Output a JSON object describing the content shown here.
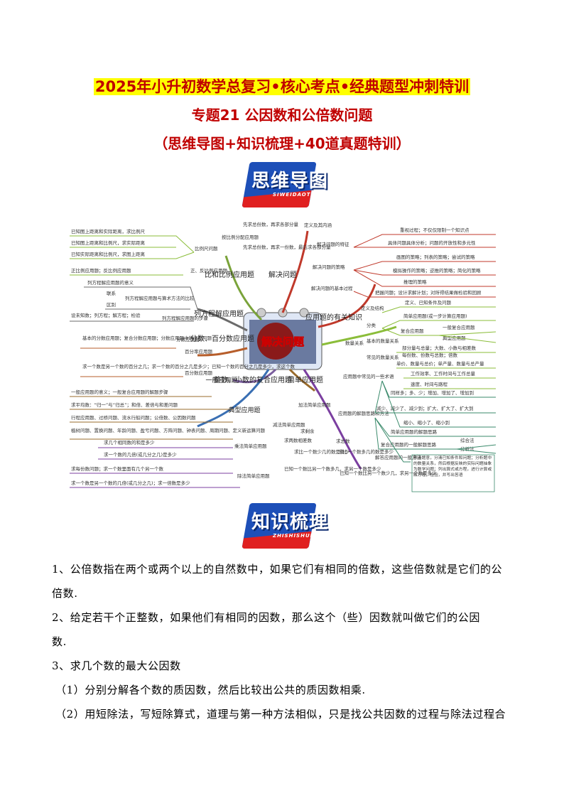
{
  "header": {
    "title": "2025年小升初数学总复习•核心考点•经典题型冲刺特训",
    "subtitle": "专题21 公因数和公倍数问题",
    "subtitle2": "（思维导图+知识梳理+40道真题特训）"
  },
  "badges": {
    "mindmap": {
      "word": "思维导图",
      "pinyin": "SIWEIDAOTU"
    },
    "knowledge": {
      "word": "知识梳理",
      "pinyin": "ZHISHISHULI"
    }
  },
  "mindmap": {
    "center": "解决问题",
    "branches": [
      "比和比例应用题",
      "解决问题",
      "列方程解应用题",
      "应用题的有关知识",
      "分数、百分数应用题",
      "整数、小数的复合应用题",
      "简单应用题",
      "一般应用题",
      "典型应用题"
    ],
    "left_top_nodes": [
      "比例尺问题",
      "正、反比例应用题",
      "按比例分配应用题",
      "先求总份数，再求各部分量",
      "先求总份数，再求一份数，最后求各部分量"
    ],
    "left_top_leaves": [
      "已知图上距离和实际距离，求比例尺",
      "已知图上距离和比例尺，求实际距离",
      "已知实际距离和比例尺，求图上距离",
      "正比例应用题；反比例应用题"
    ],
    "method_nodes": [
      "列方程解应用题的意义",
      "列方程解应用题与算术方法的比较",
      "列方程解应用题的步骤",
      "联系",
      "区别",
      "设未知数；列方程；解方程；检验"
    ],
    "fraction_nodes": [
      "分数应用题",
      "百分率应用题",
      "百分数应用题",
      "基本的分数应用题；复合分数应用题；分数应用题中的工程问题",
      "求一个数是另一个数的百分之几；求一个数的百分之几是多少；已知一个数的百分之几是多少，求这个数"
    ],
    "general_nodes": [
      "一般应用题的意义；一般复合应用题的解题步骤",
      "求平均数：“归一”与“归总”；和倍、差倍与和差问题",
      "行程应用题、过桥问题、流水行船问题；公倍数、公因数问题",
      "植树问题、置换问题、年龄问题、盈亏问题、方阵问题、钟表问题、周期问题、定义新运算问题"
    ],
    "bottom_nodes": [
      "乘法简单应用题",
      "除法简单应用题",
      "减法简单应用题",
      "加法简单应用题",
      "求几个相同数的和是多少",
      "求一个数的几倍(或几分之几)是多少",
      "求每份数问题；求一个数里面有几个另一个数",
      "求一个数是另一个数的几倍(或几分之几)；求一倍数是多少",
      "求剩余",
      "求两数相差数",
      "求比一个数少几的数是多少",
      "已知一个数比另一个数多几，求另一个数是多少",
      "求总数",
      "求比一个数多几的数是多少",
      "已知一个数比另一个数少几，求另一个数是多少"
    ],
    "right_top_nodes": [
      "定义及其内涵",
      "解决问题的特征",
      "解决问题的策略",
      "解决问题的基本过程",
      "重视过程；不仅仅限制一个知识点",
      "具体问题具体分析；问题的开放性和多元性",
      "画图的策略；列表的策略；尝试的策略",
      "模拟操作的策略；逆推的策略；简化的策略",
      "推理的策略",
      "把握问题；设计求解计划；对所得结果做检验和回顾"
    ],
    "right_mid_nodes": [
      "定义及结构",
      "定义、已知条件及问题",
      "分类",
      "简单应用题(或一步计算应用题)",
      "复合应用题",
      "一般复合应用题",
      "典型应用题",
      "数量关系",
      "基本的数量关系",
      "部分量与总量；大数、小数与相差数",
      "每份数、份数与总数；倍数",
      "常见的数量关系",
      "单价、数量与总价；单产量、数量与总产量",
      "工作效率、工作时间与工作总量",
      "速度、时间与路程"
    ],
    "right_bottom_nodes": [
      "应用题中常见的一些术语",
      "同样多；多、少；增加、增加了、增加到",
      "减少、减少了、减少到；扩大、扩大了、扩大到",
      "缩小、缩小了、缩小到",
      "应用题的解题思路和方法",
      "简单应用题的解题思路",
      "复合应用题的一般解题思路",
      "综合法",
      "分析法",
      "解答应用题的一般方法",
      "弄清题意，分清已知条件和问题；分析题中的数量关系，然后根据反映的实际问题抽象为数学问题；列出算式或方程，进行计算或解方程；检验，并写出答语"
    ]
  },
  "content": {
    "p1a": "1、公倍数指在两个或两个以上的自然数中，如果它们有相同的倍数，这些倍数就是它们的公",
    "p1b": "倍数.",
    "p2a": "2、给定若干个正整数，如果他们有相同的因数，那么这个（些）因数就叫做它们的公因",
    "p2b": "数.",
    "p3": "3、求几个数的最大公因数",
    "p4": "（1）分别分解各个数的质因数，然后比较出公共的质因数相乘.",
    "p5": "（2）用短除法，写短除算式，道理与第一种方法相似，只是找公共因数的过程与除法过程合"
  },
  "colors": {
    "title_red": "#c00000",
    "highlight": "#ffff00",
    "badge_blue": "#1d4fb8",
    "badge_red": "#e02020"
  }
}
